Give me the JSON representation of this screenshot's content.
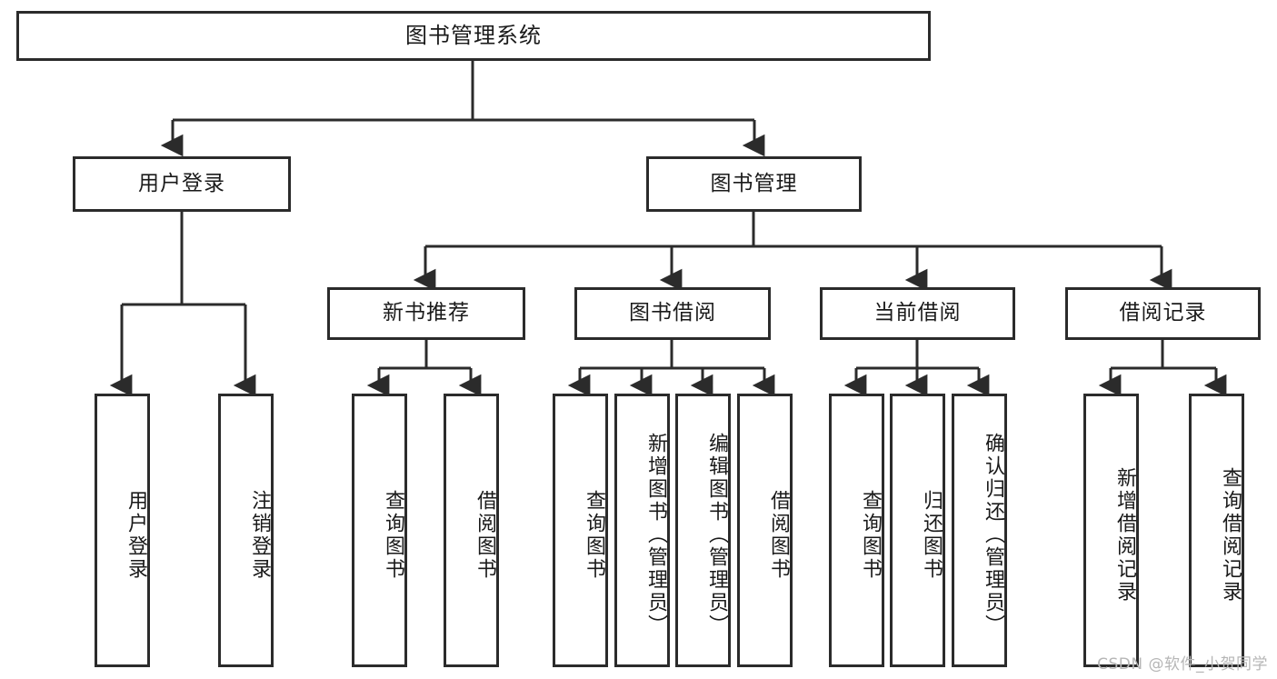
{
  "diagram": {
    "type": "tree-hierarchy-chart",
    "title": "图书管理系统",
    "stroke_color": "#2b2b2b",
    "background_color": "#ffffff",
    "text_color": "#1a1a1a",
    "root": {
      "id": "root",
      "label": "图书管理系统"
    },
    "level2": [
      {
        "id": "user-login",
        "label": "用户登录"
      },
      {
        "id": "book-manage",
        "label": "图书管理"
      }
    ],
    "level3": [
      {
        "id": "new-book-rec",
        "label": "新书推荐",
        "parent": "book-manage"
      },
      {
        "id": "book-borrow",
        "label": "图书借阅",
        "parent": "book-manage"
      },
      {
        "id": "current-borrow",
        "label": "当前借阅",
        "parent": "book-manage"
      },
      {
        "id": "borrow-record",
        "label": "借阅记录",
        "parent": "book-manage"
      }
    ],
    "leaves": {
      "user_login": [
        {
          "id": "leaf-user-login",
          "label": "用户登录"
        },
        {
          "id": "leaf-logout",
          "label": "注销登录"
        }
      ],
      "new_book_rec": [
        {
          "id": "leaf-query-book-1",
          "label": "查询图书"
        },
        {
          "id": "leaf-borrow-book-1",
          "label": "借阅图书"
        }
      ],
      "book_borrow": [
        {
          "id": "leaf-query-book-2",
          "label": "查询图书"
        },
        {
          "id": "leaf-add-book",
          "label": "新增图书（管理员）"
        },
        {
          "id": "leaf-edit-book",
          "label": "编辑图书（管理员）"
        },
        {
          "id": "leaf-borrow-book-2",
          "label": "借阅图书"
        }
      ],
      "current_borrow": [
        {
          "id": "leaf-query-book-3",
          "label": "查询图书"
        },
        {
          "id": "leaf-return-book",
          "label": "归还图书"
        },
        {
          "id": "leaf-confirm-return",
          "label": "确认归还（管理员）"
        }
      ],
      "borrow_record": [
        {
          "id": "leaf-add-record",
          "label": "新增借阅记录"
        },
        {
          "id": "leaf-query-record",
          "label": "查询借阅记录"
        }
      ]
    }
  },
  "watermark": {
    "text": "CSDN @软件_小贺同学"
  }
}
